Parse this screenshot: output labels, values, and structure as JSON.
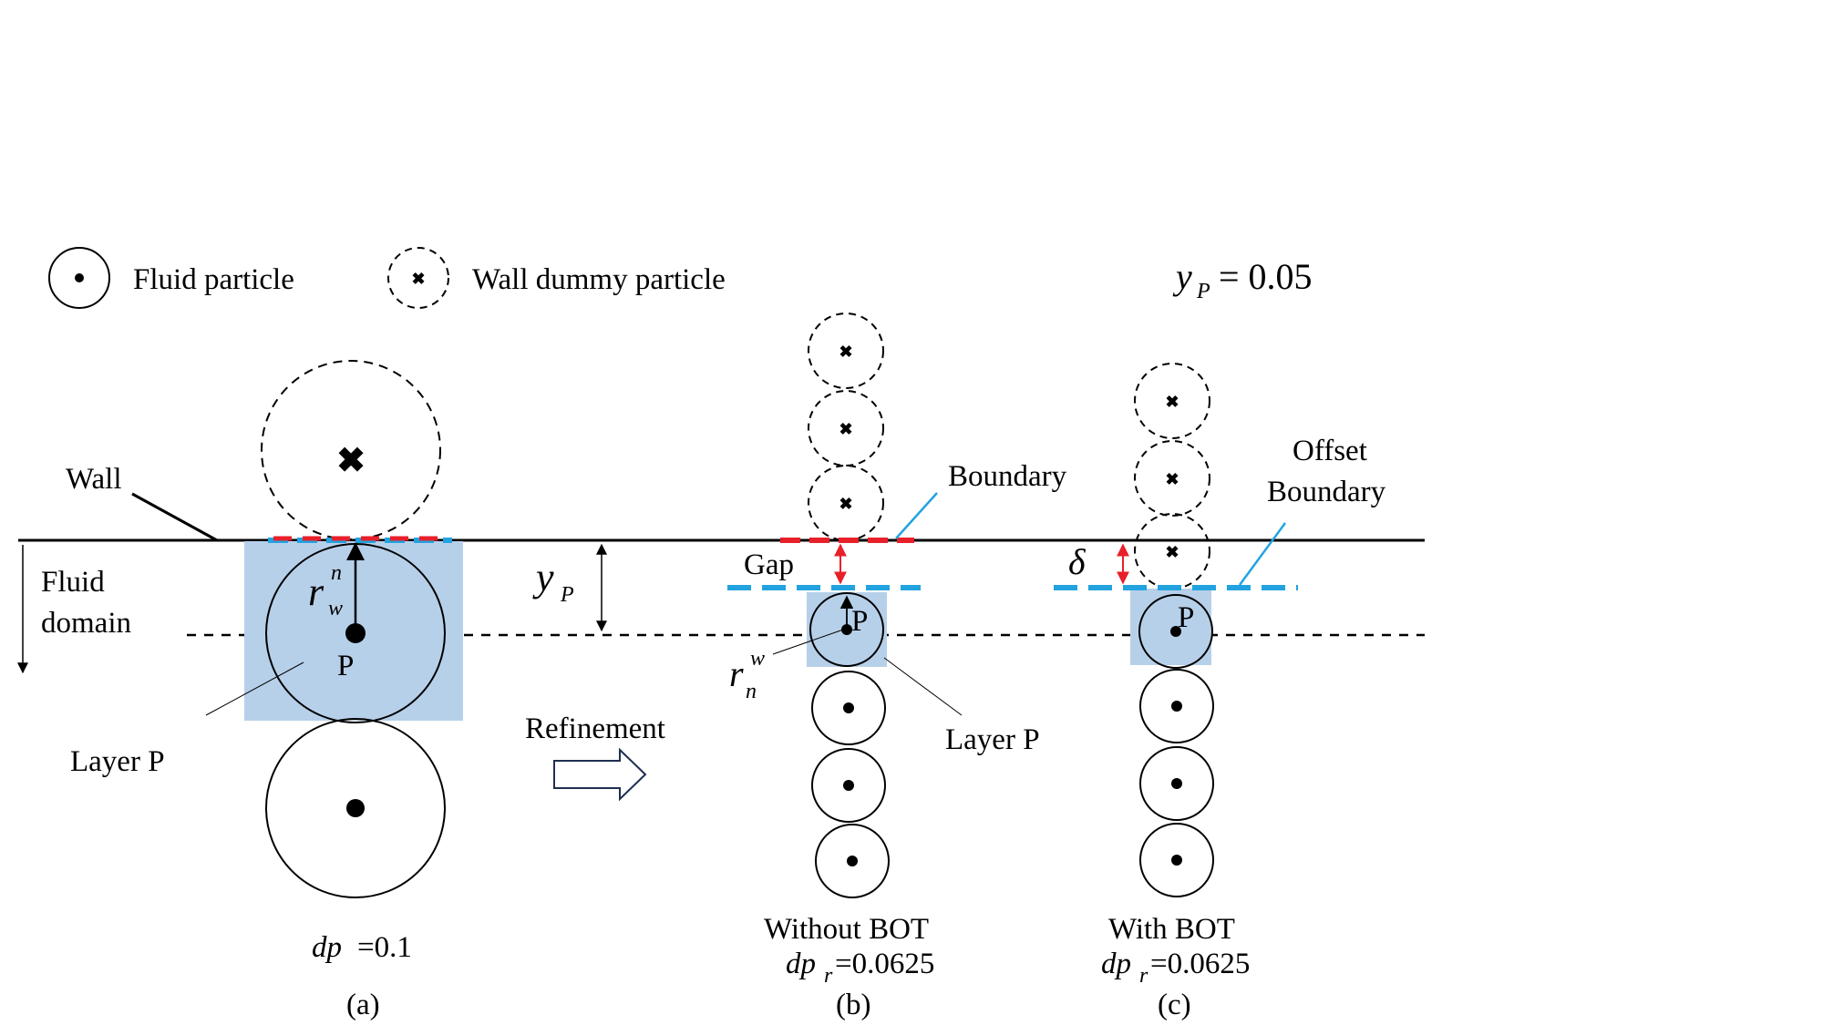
{
  "legend": {
    "fluid_particle": "Fluid particle",
    "wall_dummy_particle": "Wall dummy particle"
  },
  "yp_value": {
    "symbol": "y",
    "subscript": "P",
    "equals": "= 0.05"
  },
  "panel_a": {
    "wall_label": "Wall",
    "fluid_domain_line1": "Fluid",
    "fluid_domain_line2": "domain",
    "r_symbol": "r",
    "r_sub": "w",
    "r_sup": "n",
    "particle_label": "P",
    "layer_label": "Layer P",
    "yp_symbol": "y",
    "yp_sub": "P",
    "dp_symbol": "dp",
    "dp_value": "=0.1",
    "caption": "(a)"
  },
  "arrow": {
    "label": "Refinement"
  },
  "panel_b": {
    "boundary_label": "Boundary",
    "gap_label": "Gap",
    "particle_label": "P",
    "r_symbol": "r",
    "r_sub": "n",
    "r_sup": "w",
    "layer_label": "Layer P",
    "title": "Without BOT",
    "dp_symbol": "dp",
    "dp_sub": "r",
    "dp_value": "=0.0625",
    "caption": "(b)"
  },
  "panel_c": {
    "offset_line1": "Offset",
    "offset_line2": "Boundary",
    "delta_symbol": "δ",
    "particle_label": "P",
    "title": "With BOT",
    "dp_symbol": "dp",
    "dp_sub": "r",
    "dp_value": "=0.0625",
    "caption": "(c)"
  },
  "colors": {
    "layer_fill": "#b7d0ea",
    "boundary_red": "#e8202a",
    "boundary_blue": "#22a3e0",
    "line": "#000000",
    "gap_arrow": "#e8202a",
    "callout_blue": "#22a3e0"
  }
}
